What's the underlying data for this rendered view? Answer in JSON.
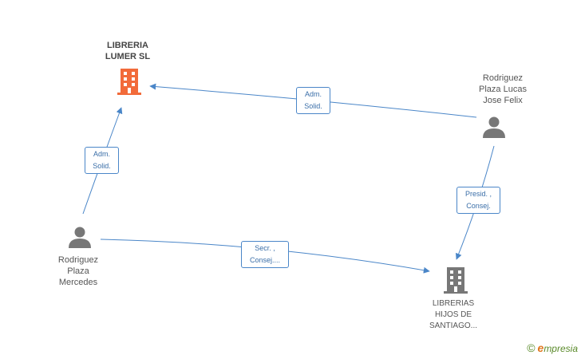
{
  "nodes": {
    "libreria_lumer": {
      "lines": [
        "LIBRERIA",
        "LUMER SL"
      ],
      "type": "company",
      "color": "#f26b3a"
    },
    "lucas": {
      "lines": [
        "Rodriguez",
        "Plaza Lucas",
        "Jose Felix"
      ],
      "type": "person",
      "color": "#777777"
    },
    "mercedes": {
      "lines": [
        "Rodriguez",
        "Plaza",
        "Mercedes"
      ],
      "type": "person",
      "color": "#777777"
    },
    "librerias_hijos": {
      "lines": [
        "LIBRERIAS",
        "HIJOS DE",
        "SANTIAGO..."
      ],
      "type": "company",
      "color": "#777777"
    }
  },
  "edges": {
    "lucas_to_lumer": {
      "lines": [
        "Adm.",
        "Solid."
      ]
    },
    "mercedes_to_lumer": {
      "lines": [
        "Adm.",
        "Solid."
      ]
    },
    "lucas_to_hijos": {
      "lines": [
        "Presid. ,",
        "Consej."
      ]
    },
    "mercedes_to_hijos": {
      "lines": [
        "Secr. ,",
        "Consej...."
      ]
    }
  },
  "colors": {
    "edge": "#4a86c8"
  },
  "brand": {
    "copyright": "©",
    "initial": "e",
    "rest": "mpresia"
  }
}
